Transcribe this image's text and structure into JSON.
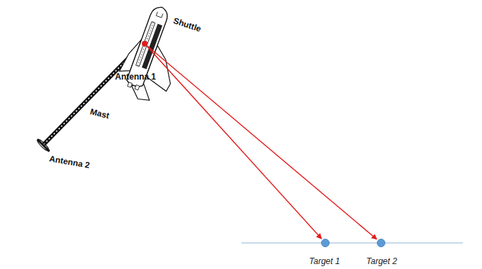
{
  "diagram": {
    "nodes": [
      {
        "text": [
          "Antenna 1"
        ]
      },
      {
        "text": [
          "Target 1"
        ]
      },
      {
        "text": [
          "Target 2"
        ]
      }
    ],
    "edges": [
      {
        "from": 0,
        "to": 1,
        "arrow": "to"
      },
      {
        "from": 0,
        "to": 2,
        "arrow": "to"
      }
    ],
    "labels": [
      "Shuttle",
      "Mast",
      "Antenna 2"
    ]
  }
}
